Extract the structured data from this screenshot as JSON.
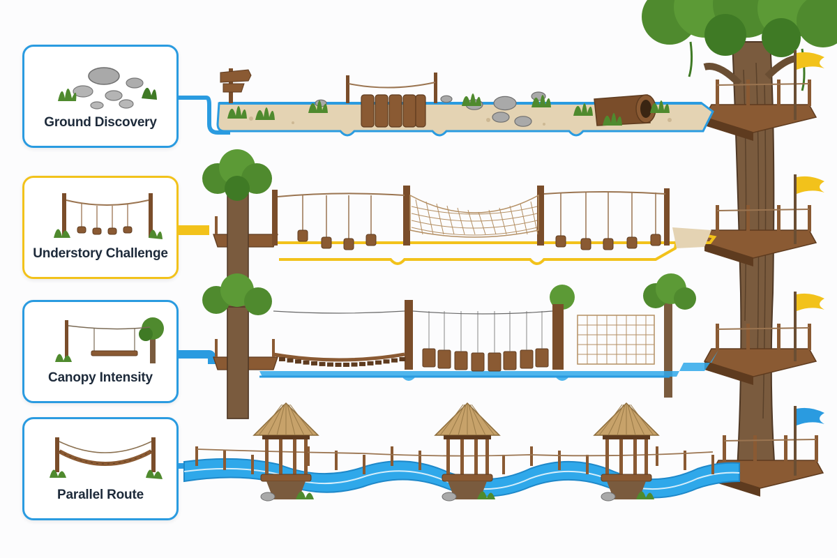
{
  "levels": [
    {
      "label": "Ground Discovery",
      "color": "#2a9be0"
    },
    {
      "label": "Understory Challenge",
      "color": "#f2c21b"
    },
    {
      "label": "Canopy Intensity",
      "color": "#2a9be0"
    },
    {
      "label": "Parallel Route",
      "color": "#2a9be0"
    }
  ],
  "colors": {
    "blue": "#2a9be0",
    "yellow": "#f2c21b",
    "wood": "#8a5a33",
    "wood_dark": "#5e3b1f",
    "foliage": "#4f8a2e",
    "trunk": "#7a5b3e",
    "path_sand": "#e4d3b3",
    "water": "#2fa8ea"
  }
}
